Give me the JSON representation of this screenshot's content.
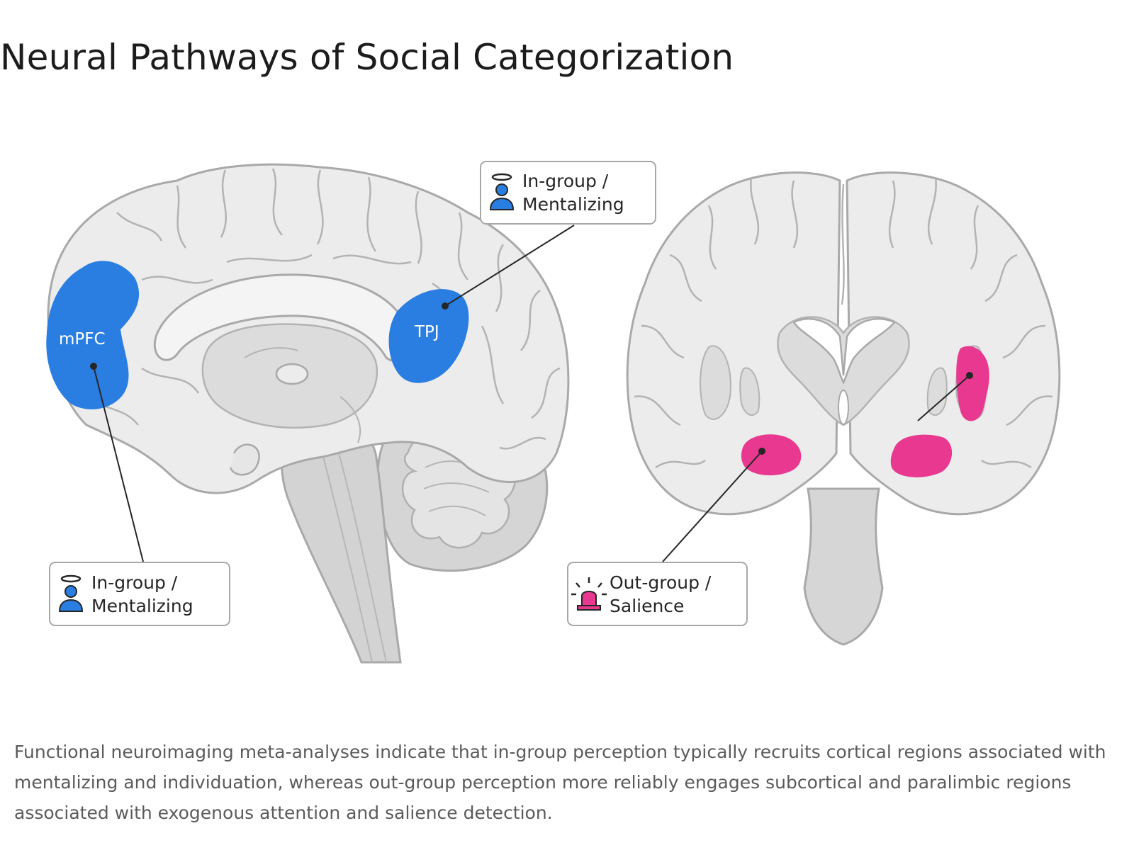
{
  "title": "Neural Pathways of Social Categorization",
  "regions": {
    "mpfc": "mPFC",
    "tpj": "TPJ"
  },
  "callouts": {
    "tpj_callout": {
      "line1": "In-group /",
      "line2": "Mentalizing",
      "icon": "person-halo-icon"
    },
    "mpfc_callout": {
      "line1": "In-group /",
      "line2": "Mentalizing",
      "icon": "person-halo-icon"
    },
    "amygdala_callout": {
      "line1": "Out-group /",
      "line2": "Salience",
      "icon": "alarm-siren-icon"
    }
  },
  "caption": "Functional neuroimaging meta-analyses indicate that in-group perception typically recruits cortical regions associated with mentalizing and individuation, whereas out-group perception more reliably engages subcortical and paralimbic regions associated with exogenous attention and salience detection.",
  "colors": {
    "in_group": "#2a7de1",
    "out_group": "#e8388f",
    "brain_fill": "#ececec",
    "brain_stroke": "#a9a9a9"
  }
}
